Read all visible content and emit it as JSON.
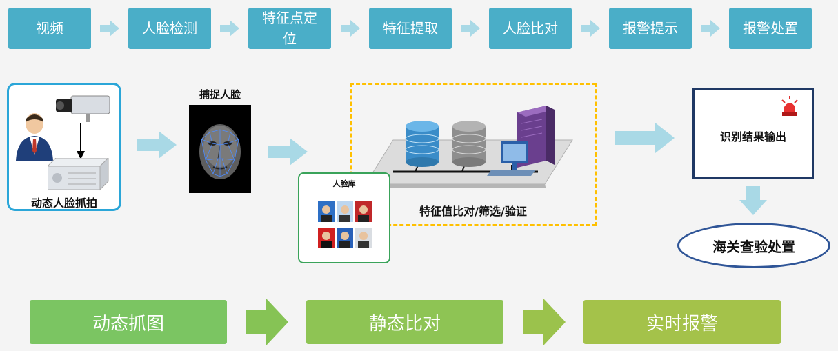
{
  "top_flow": [
    "视频",
    "人脸检测",
    "特征点定位",
    "特征提取",
    "人脸比对",
    "报警提示",
    "报警处置"
  ],
  "capture_box": {
    "label": "动态人脸抓拍",
    "icons": [
      "user-icon",
      "camera-icon",
      "server-icon"
    ]
  },
  "captured_face": {
    "title": "捕捉人脸"
  },
  "face_library": {
    "title": "人脸库",
    "photo_count": 6
  },
  "database_zone": {
    "label": "特征值比对/筛选/验证",
    "icons": [
      "database-blue-icon",
      "database-gray-icon",
      "server-tower-icon",
      "monitor-icon"
    ]
  },
  "result_box": {
    "label": "识别结果输出",
    "icon": "alarm-siren-icon"
  },
  "customs_ellipse": {
    "label": "海关查验处置"
  },
  "bottom_flow": [
    "动态抓图",
    "静态比对",
    "实时报警"
  ],
  "colors": {
    "step_blue": "#4aaec8",
    "arrow_light": "#a9d9e6",
    "green_start": "#7bc562",
    "green_end": "#a4c24a",
    "dash_yellow": "#ffc000"
  }
}
